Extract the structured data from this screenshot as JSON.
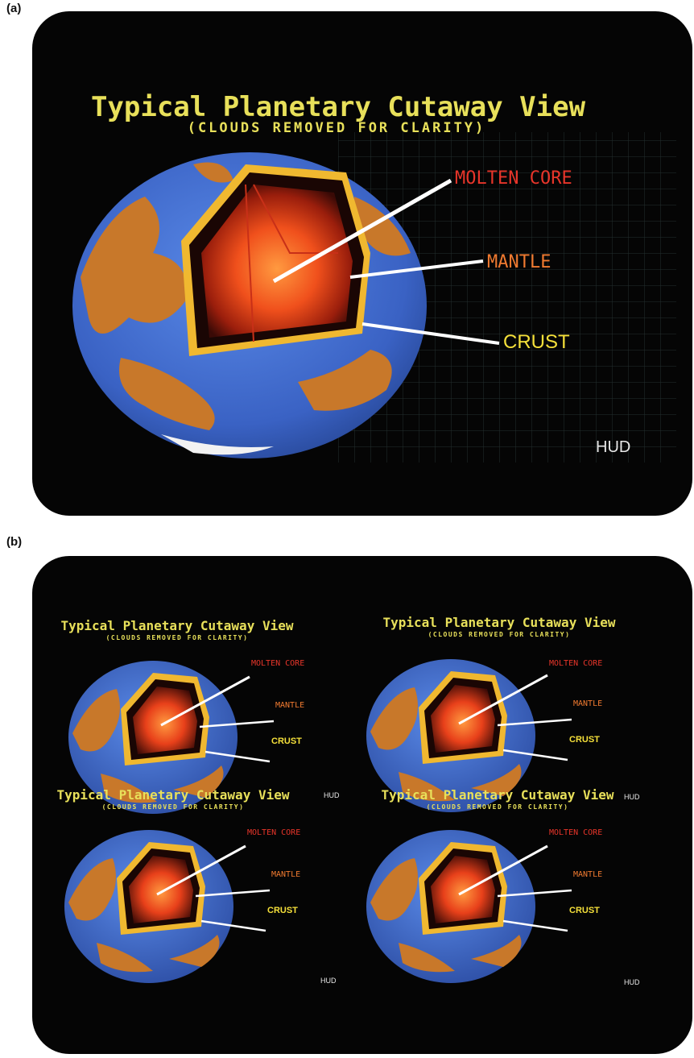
{
  "panels": [
    {
      "label": "(a)",
      "title": "Typical Planetary Cutaway View",
      "subtitle": "(CLOUDS REMOVED FOR CLARITY)",
      "callouts": {
        "core": "MOLTEN CORE",
        "mantle": "MANTLE",
        "crust": "CRUST"
      },
      "watermark": "HUD"
    },
    {
      "label": "(b)",
      "title": "Typical Planetary Cutaway View",
      "subtitle": "(CLOUDS REMOVED FOR CLARITY)",
      "callouts": {
        "core": "MOLTEN CORE",
        "mantle": "MANTLE",
        "crust": "CRUST"
      },
      "watermark": "HUD",
      "tile_count": 4
    }
  ],
  "colors": {
    "title": "#e8e05a",
    "core_label": "#e8352a",
    "mantle_label": "#f07a30",
    "crust_label": "#f5e03a",
    "ocean": "#3f6fd0",
    "land": "#c87a2a",
    "screen": "#050505",
    "grid": "#2a3a3a"
  }
}
